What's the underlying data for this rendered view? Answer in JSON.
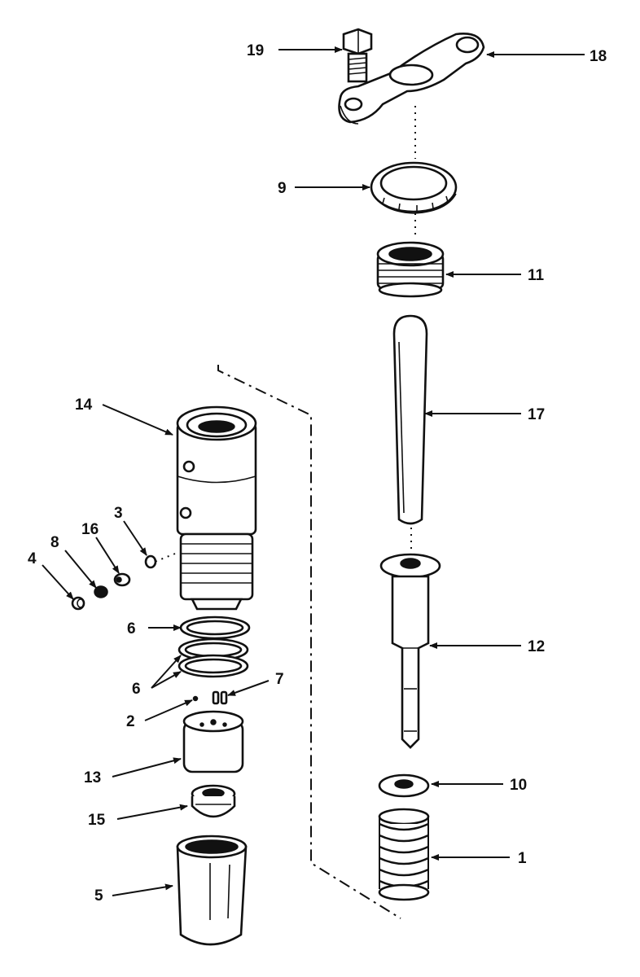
{
  "diagram": {
    "callouts": [
      {
        "id": "c19",
        "text": "19"
      },
      {
        "id": "c18",
        "text": "18"
      },
      {
        "id": "c9",
        "text": "9"
      },
      {
        "id": "c11",
        "text": "11"
      },
      {
        "id": "c17",
        "text": "17"
      },
      {
        "id": "c14",
        "text": "14"
      },
      {
        "id": "c3",
        "text": "3"
      },
      {
        "id": "c16",
        "text": "16"
      },
      {
        "id": "c8",
        "text": "8"
      },
      {
        "id": "c4",
        "text": "4"
      },
      {
        "id": "c6a",
        "text": "6"
      },
      {
        "id": "c6b",
        "text": "6"
      },
      {
        "id": "c7",
        "text": "7"
      },
      {
        "id": "c2",
        "text": "2"
      },
      {
        "id": "c12",
        "text": "12"
      },
      {
        "id": "c13",
        "text": "13"
      },
      {
        "id": "c10",
        "text": "10"
      },
      {
        "id": "c15",
        "text": "15"
      },
      {
        "id": "c1",
        "text": "1"
      },
      {
        "id": "c5",
        "text": "5"
      }
    ]
  }
}
